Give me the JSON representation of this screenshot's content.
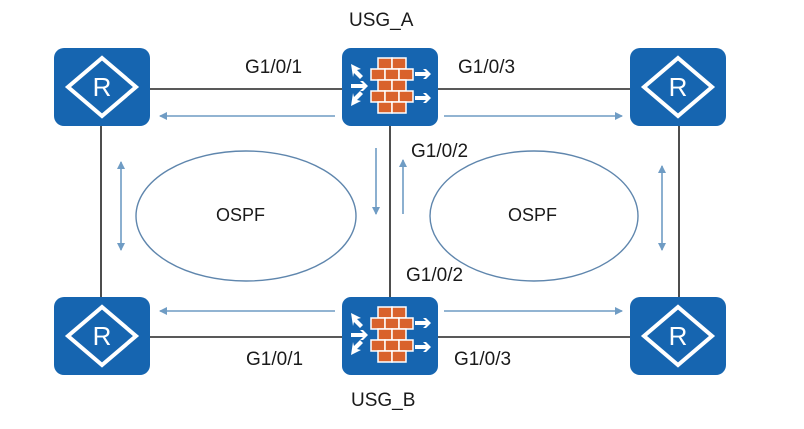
{
  "devices": {
    "usg_a": {
      "name": "USG_A"
    },
    "usg_b": {
      "name": "USG_B"
    },
    "routers": [
      {
        "icon": "router-icon",
        "glyph": "R"
      },
      {
        "icon": "router-icon",
        "glyph": "R"
      },
      {
        "icon": "router-icon",
        "glyph": "R"
      },
      {
        "icon": "router-icon",
        "glyph": "R"
      }
    ]
  },
  "interfaces": {
    "usg_a_left": "G1/0/1",
    "usg_a_right": "G1/0/3",
    "usg_a_down": "G1/0/2",
    "usg_b_up": "G1/0/2",
    "usg_b_left": "G1/0/1",
    "usg_b_right": "G1/0/3"
  },
  "areas": {
    "left": "OSPF",
    "right": "OSPF"
  },
  "colors": {
    "device_fill": "#1665b0",
    "firewall_brick": "#d9622b",
    "link_line": "#222222",
    "flow_arrow": "#6f9cc4",
    "area_outline": "#5f86ad"
  }
}
